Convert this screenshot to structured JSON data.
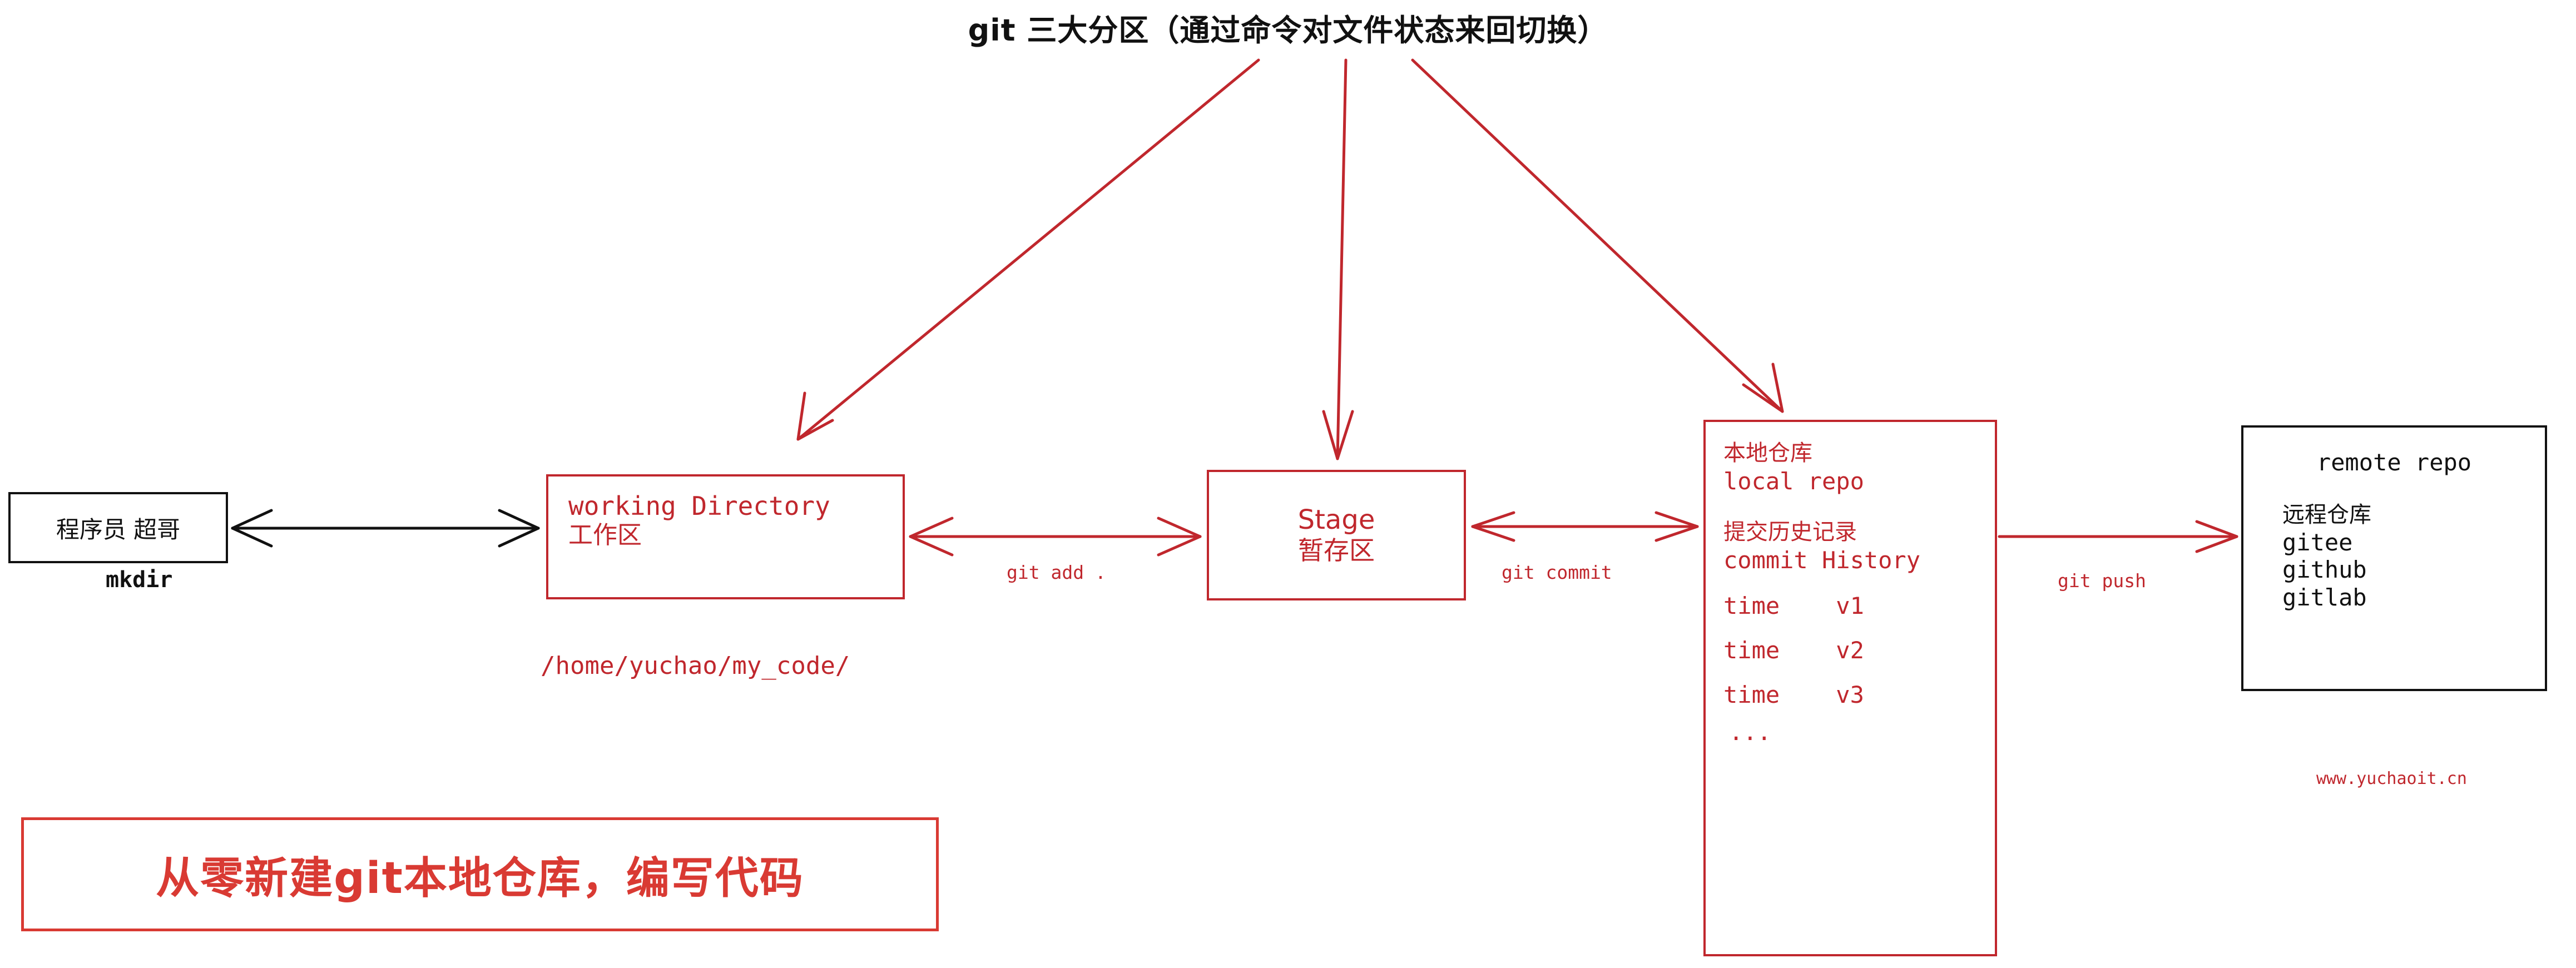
{
  "title": "git 三大分区（通过命令对文件状态来回切换）",
  "person": {
    "label": "程序员 超哥"
  },
  "working_directory": {
    "en": "working Directory",
    "zh": "工作区",
    "path_note": "/home/yuchao/my_code/"
  },
  "stage": {
    "en": "Stage",
    "zh": "暂存区"
  },
  "local_repo": {
    "zh": "本地仓库",
    "en": "local repo",
    "history_zh": "提交历史记录",
    "history_en": "commit History",
    "history_rows": [
      {
        "time": "time",
        "version": "v1"
      },
      {
        "time": "time",
        "version": "v2"
      },
      {
        "time": "time",
        "version": "v3"
      }
    ],
    "ellipsis": "..."
  },
  "remote_repo": {
    "title": "remote repo",
    "zh": "远程仓库",
    "providers": [
      "gitee",
      "github",
      "gitlab"
    ]
  },
  "arrows": {
    "mkdir": "mkdir",
    "git_add": "git add .",
    "git_commit": "git commit",
    "git_push": "git push"
  },
  "watermark": "www.yuchaoit.cn",
  "banner": {
    "text": "从零新建git本地仓库，编写代码"
  },
  "colors": {
    "red": "#c0272d",
    "banner_red": "#d93a33",
    "black": "#111111",
    "background": "#ffffff"
  }
}
